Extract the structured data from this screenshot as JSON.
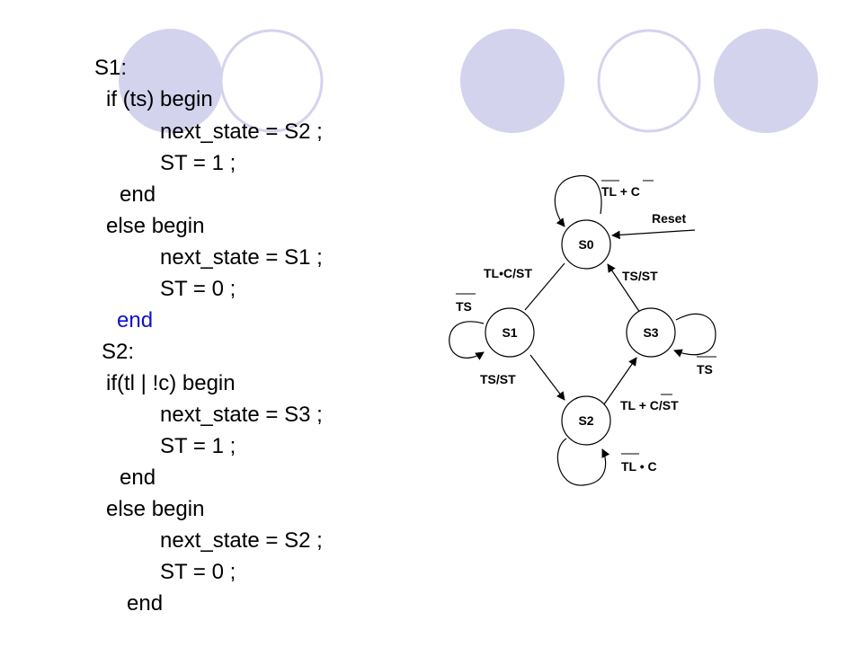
{
  "code": {
    "lines": [
      "S1:",
      "if (ts) begin",
      "next_state = S2 ;",
      "ST = 1 ;",
      "end",
      "else begin",
      "next_state = S1 ;",
      "ST = 0 ;",
      "end",
      "S2:",
      "if(tl | !c) begin",
      "next_state = S3 ;",
      "ST = 1 ;",
      "end",
      "else begin",
      "next_state = S2 ;",
      "ST = 0 ;",
      "end"
    ],
    "highlight_color": "#1010cc"
  },
  "diagram": {
    "states": [
      "S0",
      "S1",
      "S2",
      "S3"
    ],
    "labels": {
      "s0_self": "TL + C",
      "reset": "Reset",
      "s0_to_s1": "TL•C/ST",
      "s3_to_s0": "TS/ST",
      "s1_self": "TS",
      "s1_to_s2": "TS/ST",
      "s3_self": "TS",
      "s2_to_s3": "TL + C/ST",
      "s2_self": "TL • C"
    }
  },
  "decor": {
    "fill_color": "#d3d3ee",
    "ring_color": "#d3d3ee"
  }
}
